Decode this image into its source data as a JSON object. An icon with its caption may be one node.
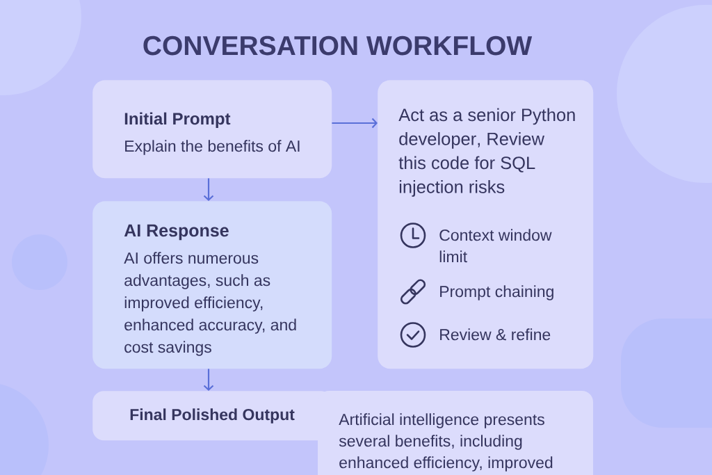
{
  "diagram": {
    "title": "CONVERSATION WORKFLOW",
    "nodes": [
      {
        "text": [
          "Initial Prompt",
          "Explain the benefits of AI"
        ]
      },
      {
        "text": [
          "Act as a senior Python developer, Review this code for SQL injection risks",
          "Context window limit",
          "Prompt chaining",
          "Review & refine"
        ]
      },
      {
        "text": [
          "AI Response",
          "AI offers numerous advantages, such as improved efficiency, enhanced accuracy, and cost savings"
        ]
      },
      {
        "text": [
          "Final Polished Output",
          "Artificial intelligence presents several benefits, including enhanced efficiency, improved"
        ]
      }
    ],
    "edges": [
      {
        "from": 0,
        "to": 1,
        "arrow": "to"
      },
      {
        "from": 0,
        "to": 2,
        "arrow": "to"
      },
      {
        "from": 2,
        "to": 3,
        "arrow": "to"
      }
    ]
  }
}
